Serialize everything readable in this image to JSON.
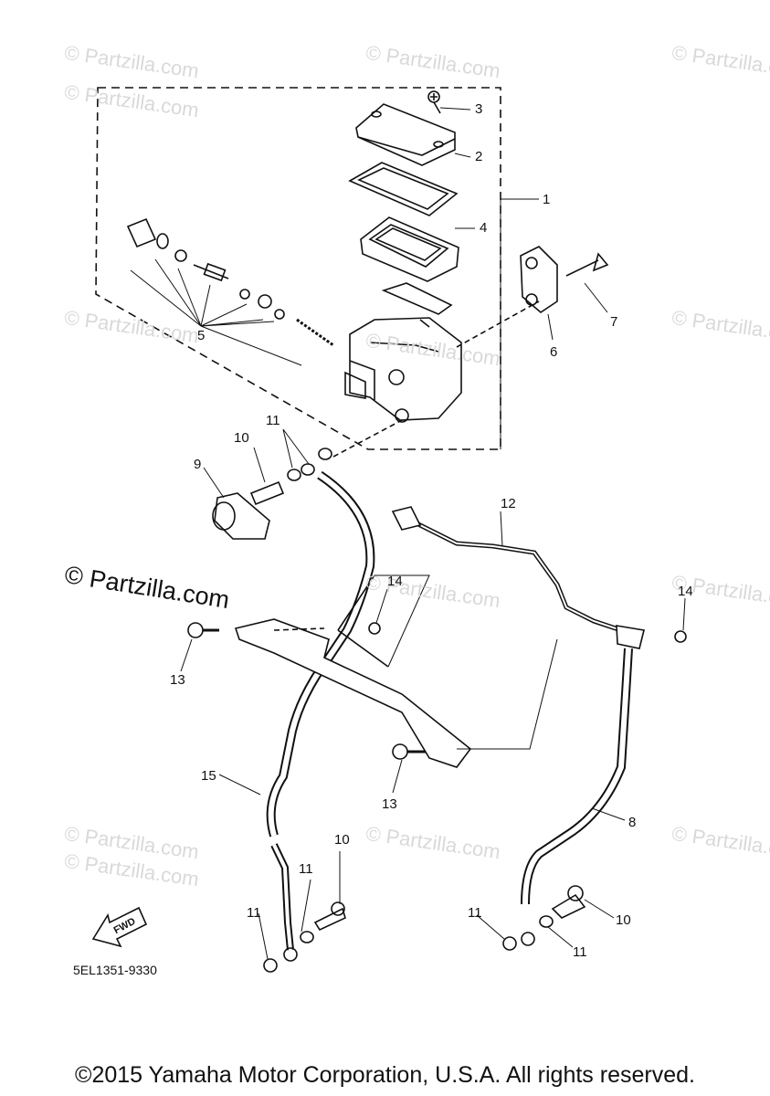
{
  "watermarks": [
    "© Partzilla.com",
    "© Partzilla.com",
    "© Partzilla.com",
    "© Partzilla.com",
    "© Partzilla.com",
    "© Partzilla.com",
    "© Partzilla.com",
    "© Partzilla.com",
    "© Partzilla.com",
    "© Partzilla.com",
    "© Partzilla.com",
    "© Partzilla.com",
    "© Partzilla.com"
  ],
  "watermark_main": "© Partzilla.com",
  "callouts": {
    "c1": "1",
    "c2": "2",
    "c3": "3",
    "c4": "4",
    "c5": "5",
    "c6": "6",
    "c7": "7",
    "c8": "8",
    "c9": "9",
    "c10a": "10",
    "c10b": "10",
    "c10c": "10",
    "c11a": "11",
    "c11b": "11",
    "c11c": "11",
    "c11d": "11",
    "c11e": "11",
    "c12": "12",
    "c13a": "13",
    "c13b": "13",
    "c14a": "14",
    "c14b": "14",
    "c15": "15"
  },
  "fwd_label": "FWD",
  "diagram_code": "5EL1351-9330",
  "copyright": "©2015 Yamaha Motor Corporation, U.S.A. All rights reserved."
}
